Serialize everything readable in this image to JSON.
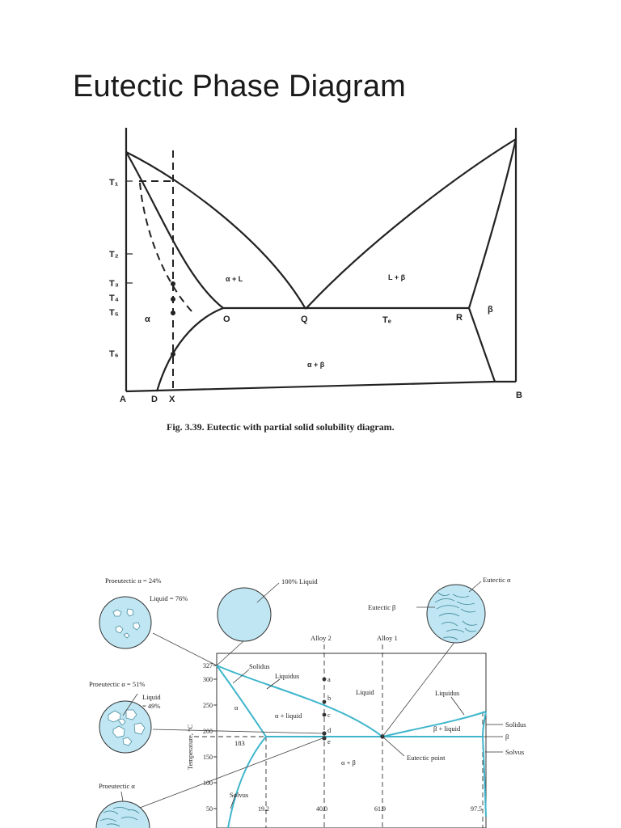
{
  "slide": {
    "title": "Eutectic Phase Diagram"
  },
  "figure1": {
    "caption": "Fig. 3.39. Eutectic with partial solid solubility diagram.",
    "temperature_labels": [
      "T₁",
      "T₂",
      "T₃",
      "T₄",
      "T₅",
      "T₆"
    ],
    "composition_labels": {
      "a": "A",
      "d": "D",
      "x": "X",
      "b": "B"
    },
    "point_labels": {
      "o": "O",
      "q": "Q",
      "r": "R",
      "te": "Tₑ"
    },
    "region_labels": {
      "alpha_l": "α + L",
      "l_beta": "L + β",
      "alpha": "α",
      "beta": "β",
      "alpha_beta": "α + β"
    }
  },
  "figure2": {
    "y_axis_label": "Temperature, °C",
    "y_ticks": [
      "327",
      "300",
      "250",
      "200",
      "150",
      "100",
      "50"
    ],
    "x_ticks": [
      "19.2",
      "40.0",
      "61.9",
      "97.5"
    ],
    "isotherm_label": "183",
    "alloy_labels": {
      "alloy2": "Alloy 2",
      "alloy1": "Alloy 1"
    },
    "point_letters": [
      "a",
      "b",
      "c",
      "d",
      "e"
    ],
    "region_labels": {
      "liquid": "Liquid",
      "alpha": "α",
      "alpha_liquid": "α + liquid",
      "beta_liquid": "β + liquid",
      "alpha_beta": "α + β"
    },
    "curve_labels": {
      "solidus_left": "Solidus",
      "liquidus_left": "Liquidus",
      "liquidus_right": "Liquidus",
      "solidus_right": "Solidus",
      "beta_right": "β",
      "solvus_right": "Solvus",
      "solvus_left": "Solvus",
      "eutectic_point": "Eutectic point"
    },
    "micro_labels": {
      "m1_proeutectic": "Proeutectic α = 24%",
      "m1_liquid": "Liquid = 76%",
      "m2_liquid": "100% Liquid",
      "m3_eutectic_alpha": "Eutectic α",
      "m3_eutectic_beta": "Eutectic β",
      "m4_proeutectic": "Proeutectic α = 51%",
      "m4_liquid_1": "Liquid",
      "m4_liquid_2": "= 49%",
      "m5_proeutectic": "Proeutectic α"
    },
    "colors": {
      "curve": "#3fb6cc",
      "fill": "#bfe6f2",
      "outline": "#333333"
    }
  }
}
